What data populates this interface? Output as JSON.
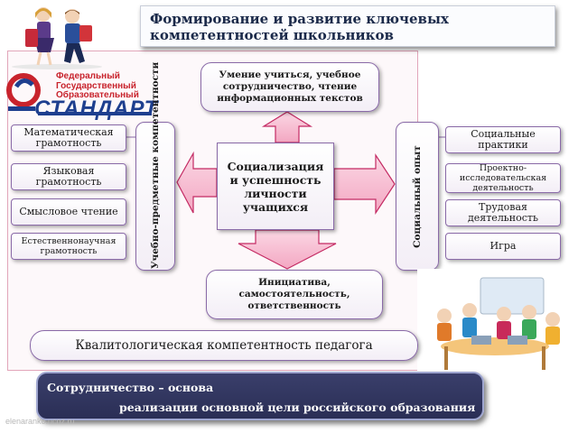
{
  "title": "Формирование и развитие ключевых компетентностей школьников",
  "logo": {
    "line1": "Федеральный",
    "line2": "Государственный",
    "line3": "Образовательный",
    "word": "СТАНДАРТ"
  },
  "top_box": "Умение учиться, учебное сотрудничество, чтение информационных текстов",
  "center_box": "Социализация и успешность личности учащихся",
  "bottom_box": "Инициатива, самостоятельность, ответственность",
  "left_bar": "Учебно-предметные компетентности",
  "right_bar": "Социальный опыт",
  "left_items": [
    "Математическая грамотность",
    "Языковая грамотность",
    "Смысловое чтение",
    "Естественнонаучная грамотность"
  ],
  "right_items": [
    "Социальные практики",
    "Проектно-исследовательская деятельность",
    "Трудовая деятельность",
    "Игра"
  ],
  "qualification": "Квалитологическая компетентность педагога",
  "cooperation": {
    "line1": "Сотрудничество – основа",
    "line2": "реализации основной цели российского образования"
  },
  "watermark": "elenaranko.ucoz.ru",
  "colors": {
    "arrow_fill": "#f6b8cf",
    "arrow_stroke": "#c42a63",
    "box_border": "#8a6aa8",
    "brand_red": "#c8232c",
    "brand_blue": "#1e3f8f",
    "coop_bg": "#2f3360"
  }
}
